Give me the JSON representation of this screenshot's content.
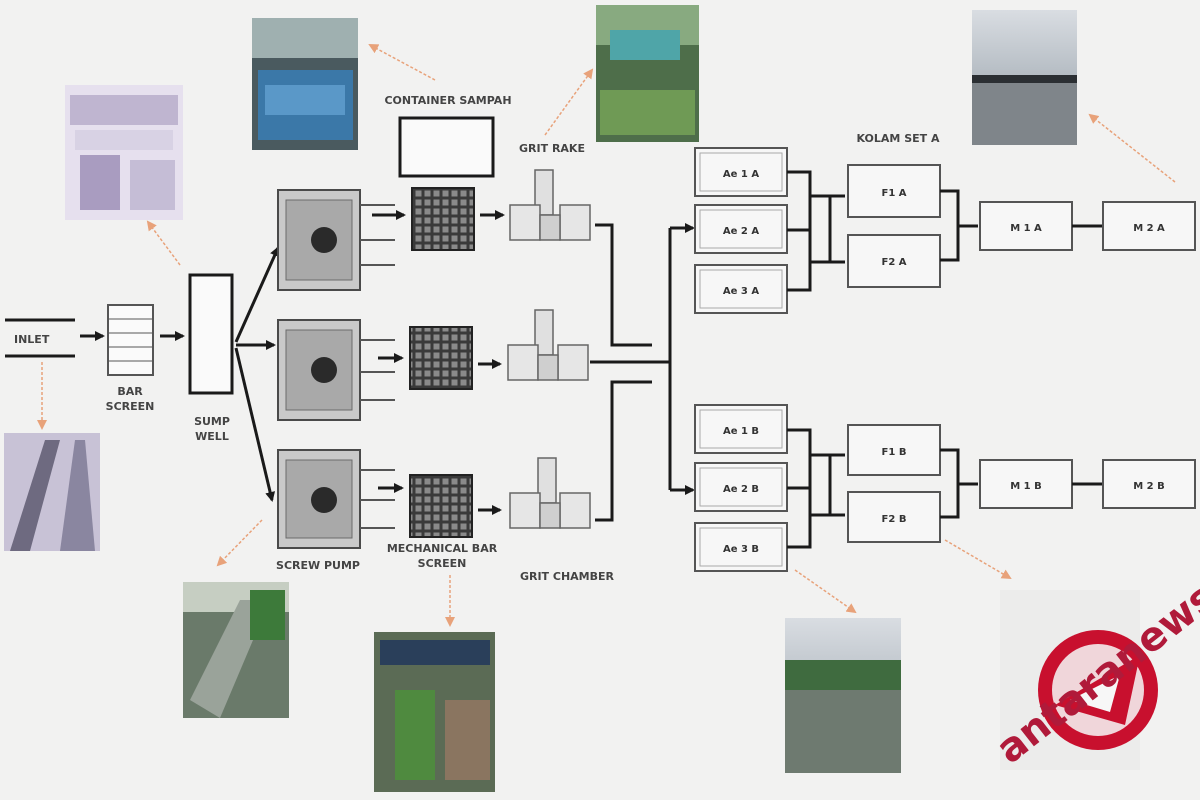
{
  "labels": {
    "inlet": "INLET",
    "bar_screen": [
      "BAR",
      "SCREEN"
    ],
    "sump_well": [
      "SUMP",
      "WELL"
    ],
    "screw_pump": "SCREW PUMP",
    "mechanical_bar_screen": [
      "MECHANICAL BAR",
      "SCREEN"
    ],
    "grit_chamber": "GRIT CHAMBER",
    "grit_rake": "GRIT RAKE",
    "container_sampah": "CONTAINER SAMPAH",
    "kolam_set_a": "KOLAM SET A"
  },
  "ponds": {
    "set_a": {
      "aerated": [
        "Ae 1 A",
        "Ae 2 A",
        "Ae 3 A"
      ],
      "facultative": [
        "F1 A",
        "F2 A"
      ],
      "maturation": [
        "M 1 A",
        "M 2 A"
      ]
    },
    "set_b": {
      "aerated": [
        "Ae 1 B",
        "Ae 2 B",
        "Ae 3 B"
      ],
      "facultative": [
        "F1 B",
        "F2 B"
      ],
      "maturation": [
        "M 1 B",
        "M 2 B"
      ]
    }
  },
  "watermark": "antaranews.com",
  "colors": {
    "background": "#f2f2f1",
    "line": "#1a1a1a",
    "box_border": "#555555",
    "callout_arrow": "#e8a27a",
    "watermark": "#b01a3a"
  }
}
